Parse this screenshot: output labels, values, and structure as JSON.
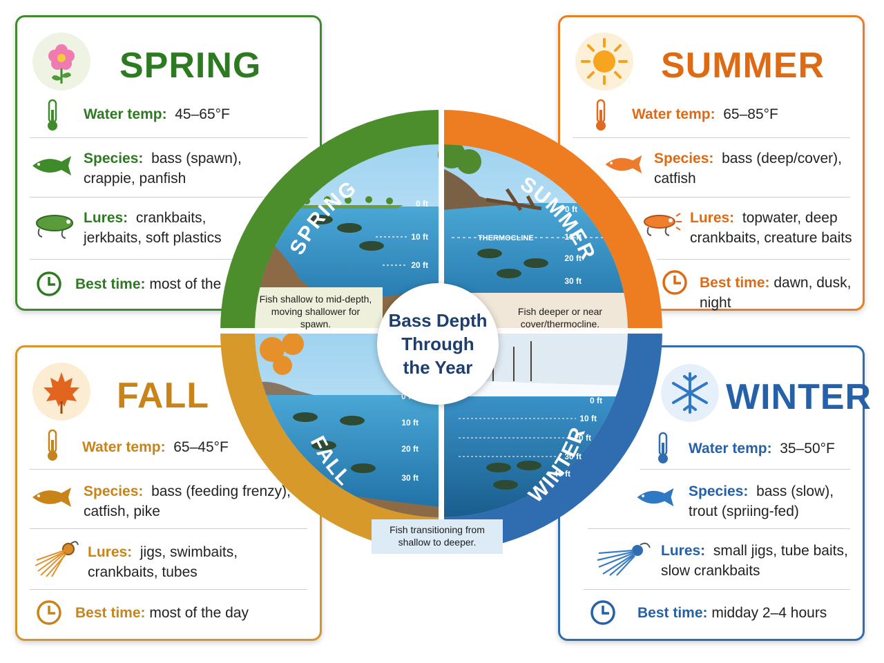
{
  "seasons": {
    "spring": {
      "title": "SPRING",
      "water_label": "Water temp:",
      "water_value": "45–65°F",
      "species_label": "Species:",
      "species_value_1": "bass (spawn),",
      "species_value_2": "crappie, panfish",
      "lures_label": "Lures:",
      "lures_value_1": "crankbaits,",
      "lures_value_2": "jerkbaits, soft plastics",
      "time_label": "Best time:",
      "time_value": "most of the day",
      "color": "#3f8a2a"
    },
    "summer": {
      "title": "SUMMER",
      "water_label": "Water temp:",
      "water_value": "65–85°F",
      "species_label": "Species:",
      "species_value_1": "bass (deep/cover),",
      "species_value_2": "catfish",
      "lures_label": "Lures:",
      "lures_value_1": "topwater, deep",
      "lures_value_2": "crankbaits, creature baits",
      "time_label": "Best time:",
      "time_value": "dawn, dusk, night",
      "color": "#e87d22"
    },
    "fall": {
      "title": "FALL",
      "water_label": "Water temp:",
      "water_value": "65–45°F",
      "species_label": "Species:",
      "species_value_1": "bass (feeding frenzy),",
      "species_value_2": "catfish, pike",
      "lures_label": "Lures:",
      "lures_value_1": "jigs, swimbaits,",
      "lures_value_2": "crankbaits, tubes",
      "time_label": "Best time:",
      "time_value": "most of the day",
      "color": "#d4962a"
    },
    "winter": {
      "title": "WINTER",
      "water_label": "Water temp:",
      "water_value": "35–50°F",
      "species_label": "Species:",
      "species_value_1": "bass (slow),",
      "species_value_2": "trout (spriing-fed)",
      "lures_label": "Lures:",
      "lures_value_1": "small jigs, tube baits,",
      "lures_value_2": "slow crankbaits",
      "time_label": "Best time:",
      "time_value": "midday 2–4 hours",
      "color": "#2f6db0"
    }
  },
  "wheel": {
    "center_title": "Bass Depth Through the Year",
    "ring_labels": {
      "spring": "SPRING",
      "summer": "SUMMER",
      "fall": "FALL",
      "winter": "WINTER"
    },
    "spring_depths": [
      "0 ft",
      "10 ft",
      "20 ft"
    ],
    "summer_depths": [
      "0 ft",
      "10 ft",
      "20 ft",
      "30 ft"
    ],
    "summer_thermocline": "THERMOCLINE",
    "fall_depths": [
      "0 ft",
      "10 ft",
      "20 ft",
      "30 ft"
    ],
    "winter_depths": [
      "0 ft",
      "10 ft",
      "20 ft",
      "30 ft",
      "40 ft"
    ],
    "spring_note": "Fish shallow to mid-depth, moving shallower for spawn.",
    "summer_note": "Fish deeper or near cover/thermocline.",
    "fall_note": "Fish transitioning from shallow to deeper."
  }
}
